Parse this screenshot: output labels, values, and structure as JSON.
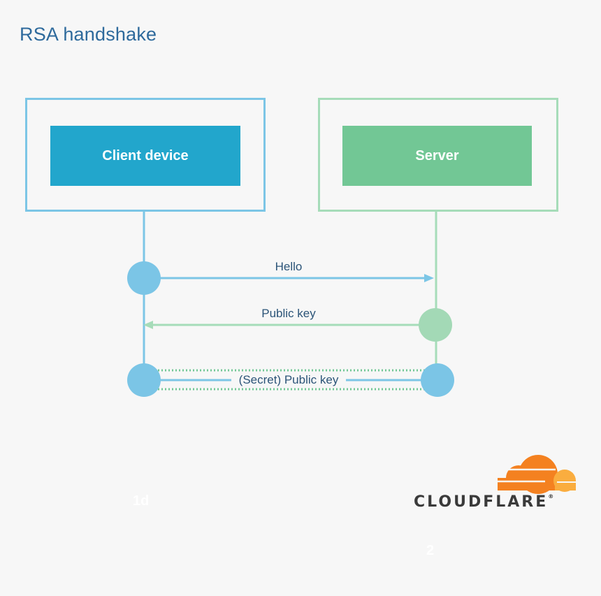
{
  "title": "RSA handshake",
  "client": {
    "label": "Client device"
  },
  "server": {
    "label": "Server"
  },
  "messages": {
    "hello": "Hello",
    "public_key": "Public key",
    "secret": "(Secret) Public key"
  },
  "faint_text": {
    "left": "1d",
    "right": "2"
  },
  "brand": {
    "name": "CLOUDFLARE",
    "reg": "®"
  },
  "colors": {
    "client_blue": "#22a6cc",
    "client_border": "#7cc6e6",
    "client_node": "#7bc5e6",
    "server_green": "#72c795",
    "server_border": "#a6dcb9",
    "server_node": "#a3d9b6",
    "label_text": "#2b5478",
    "cloudflare_orange": "#f48120",
    "cloudflare_light": "#faad3f"
  }
}
